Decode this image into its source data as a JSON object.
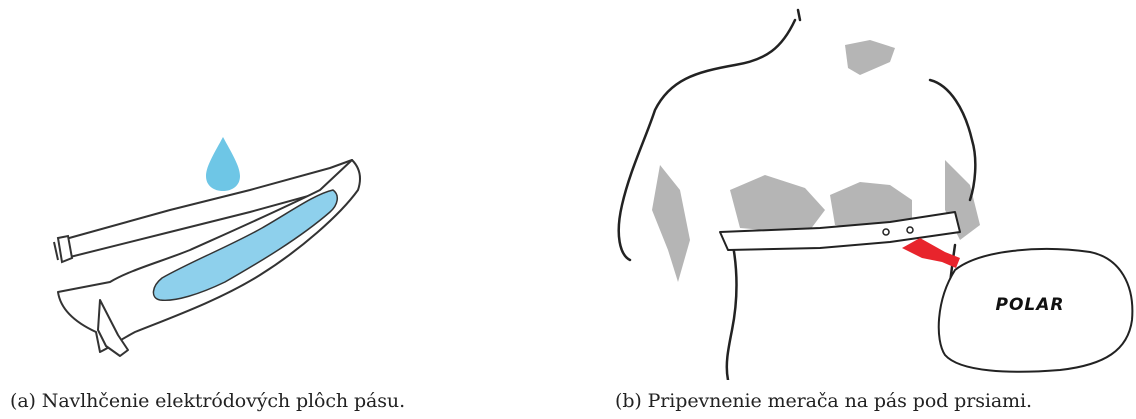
{
  "figure_a": {
    "caption": "(a) Navlhčenie elektródových plôch pásu."
  },
  "figure_b": {
    "caption": "(b) Pripevnenie merača na pás pod prsiami.",
    "device_logo": "POLAR"
  },
  "colors": {
    "water_drop": "#6ec6e6",
    "electrode": "#8ed0ec",
    "outline": "#333333",
    "skin_shadow": "#b5b5b5",
    "arrow": "#e8242c"
  }
}
